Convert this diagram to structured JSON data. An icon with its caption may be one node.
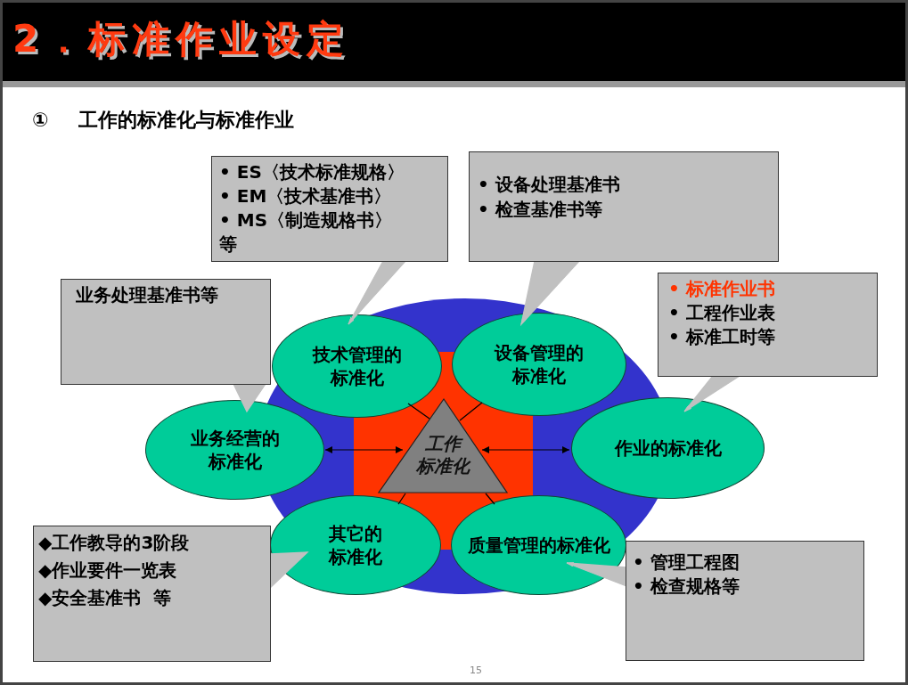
{
  "diagram": {
    "title": "2．标准作业设定",
    "nodes": [
      {
        "text": [],
        "shape": "ellipse"
      },
      {
        "text": [],
        "shape": "box",
        "in": 0
      },
      {
        "text": [
          "工作",
          "标准化"
        ],
        "in": 1
      },
      {
        "text": [
          "技术管理的标准化"
        ],
        "in": 0
      },
      {
        "text": [
          "设备管理的标准化"
        ],
        "in": 0
      },
      {
        "text": [
          "业务经营的标准化"
        ]
      },
      {
        "text": [
          "作业的标准化"
        ]
      },
      {
        "text": [
          "其它的标准化"
        ],
        "in": 0
      },
      {
        "text": [
          "质量管理的标准化"
        ],
        "in": 0
      },
      {
        "text": [
          "• ES〈技术标准规格〉",
          "• EM〈技术基准书〉",
          "• MS〈制造规格书〉",
          "等"
        ]
      },
      {
        "text": [
          "• 设备处理基准书",
          "• 检查基准书等"
        ]
      },
      {
        "text": [
          "业务处理基准书等"
        ]
      },
      {
        "text": [
          "• 标准作业书",
          "• 工程作业表",
          "• 标准工时等"
        ]
      },
      {
        "text": [
          "◆工作教导的3阶段",
          "◆作业要件一览表",
          "◆安全基准书  等"
        ]
      },
      {
        "text": [
          "• 管理工程图",
          "• 检查规格等"
        ]
      }
    ],
    "edges": [
      {
        "from": 5,
        "to": 2,
        "arrow": "both"
      },
      {
        "from": 2,
        "to": 6,
        "arrow": "both"
      },
      {
        "from": 2,
        "to": 3,
        "arrow": "none"
      },
      {
        "from": 2,
        "to": 4,
        "arrow": "none"
      },
      {
        "from": 2,
        "to": 7,
        "arrow": "none"
      },
      {
        "from": 2,
        "to": 8,
        "arrow": "none"
      },
      {
        "from": 9,
        "to": 3,
        "arrow": "to",
        "color": "#c0c0c0"
      },
      {
        "from": 10,
        "to": 4,
        "arrow": "to",
        "color": "#c0c0c0"
      },
      {
        "from": 11,
        "to": 5,
        "arrow": "to",
        "color": "#c0c0c0"
      },
      {
        "from": 12,
        "to": 6,
        "arrow": "to",
        "color": "#c0c0c0"
      },
      {
        "from": 13,
        "to": 7,
        "arrow": "to",
        "color": "#c0c0c0"
      },
      {
        "from": 14,
        "to": 8,
        "arrow": "to",
        "color": "#c0c0c0"
      }
    ],
    "labels": [
      "①",
      "工作的标准化与标准作业",
      "15"
    ]
  }
}
